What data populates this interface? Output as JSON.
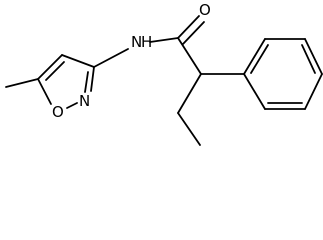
{
  "molecule": {
    "atoms": {
      "amide_nitrogen": "N",
      "amide_hydrogen": "H",
      "carbonyl_oxygen": "O",
      "ring_nitrogen": "N",
      "ring_oxygen": "O"
    }
  },
  "colors": {
    "bond": "#000000",
    "label": "#000000",
    "background": "#ffffff"
  }
}
